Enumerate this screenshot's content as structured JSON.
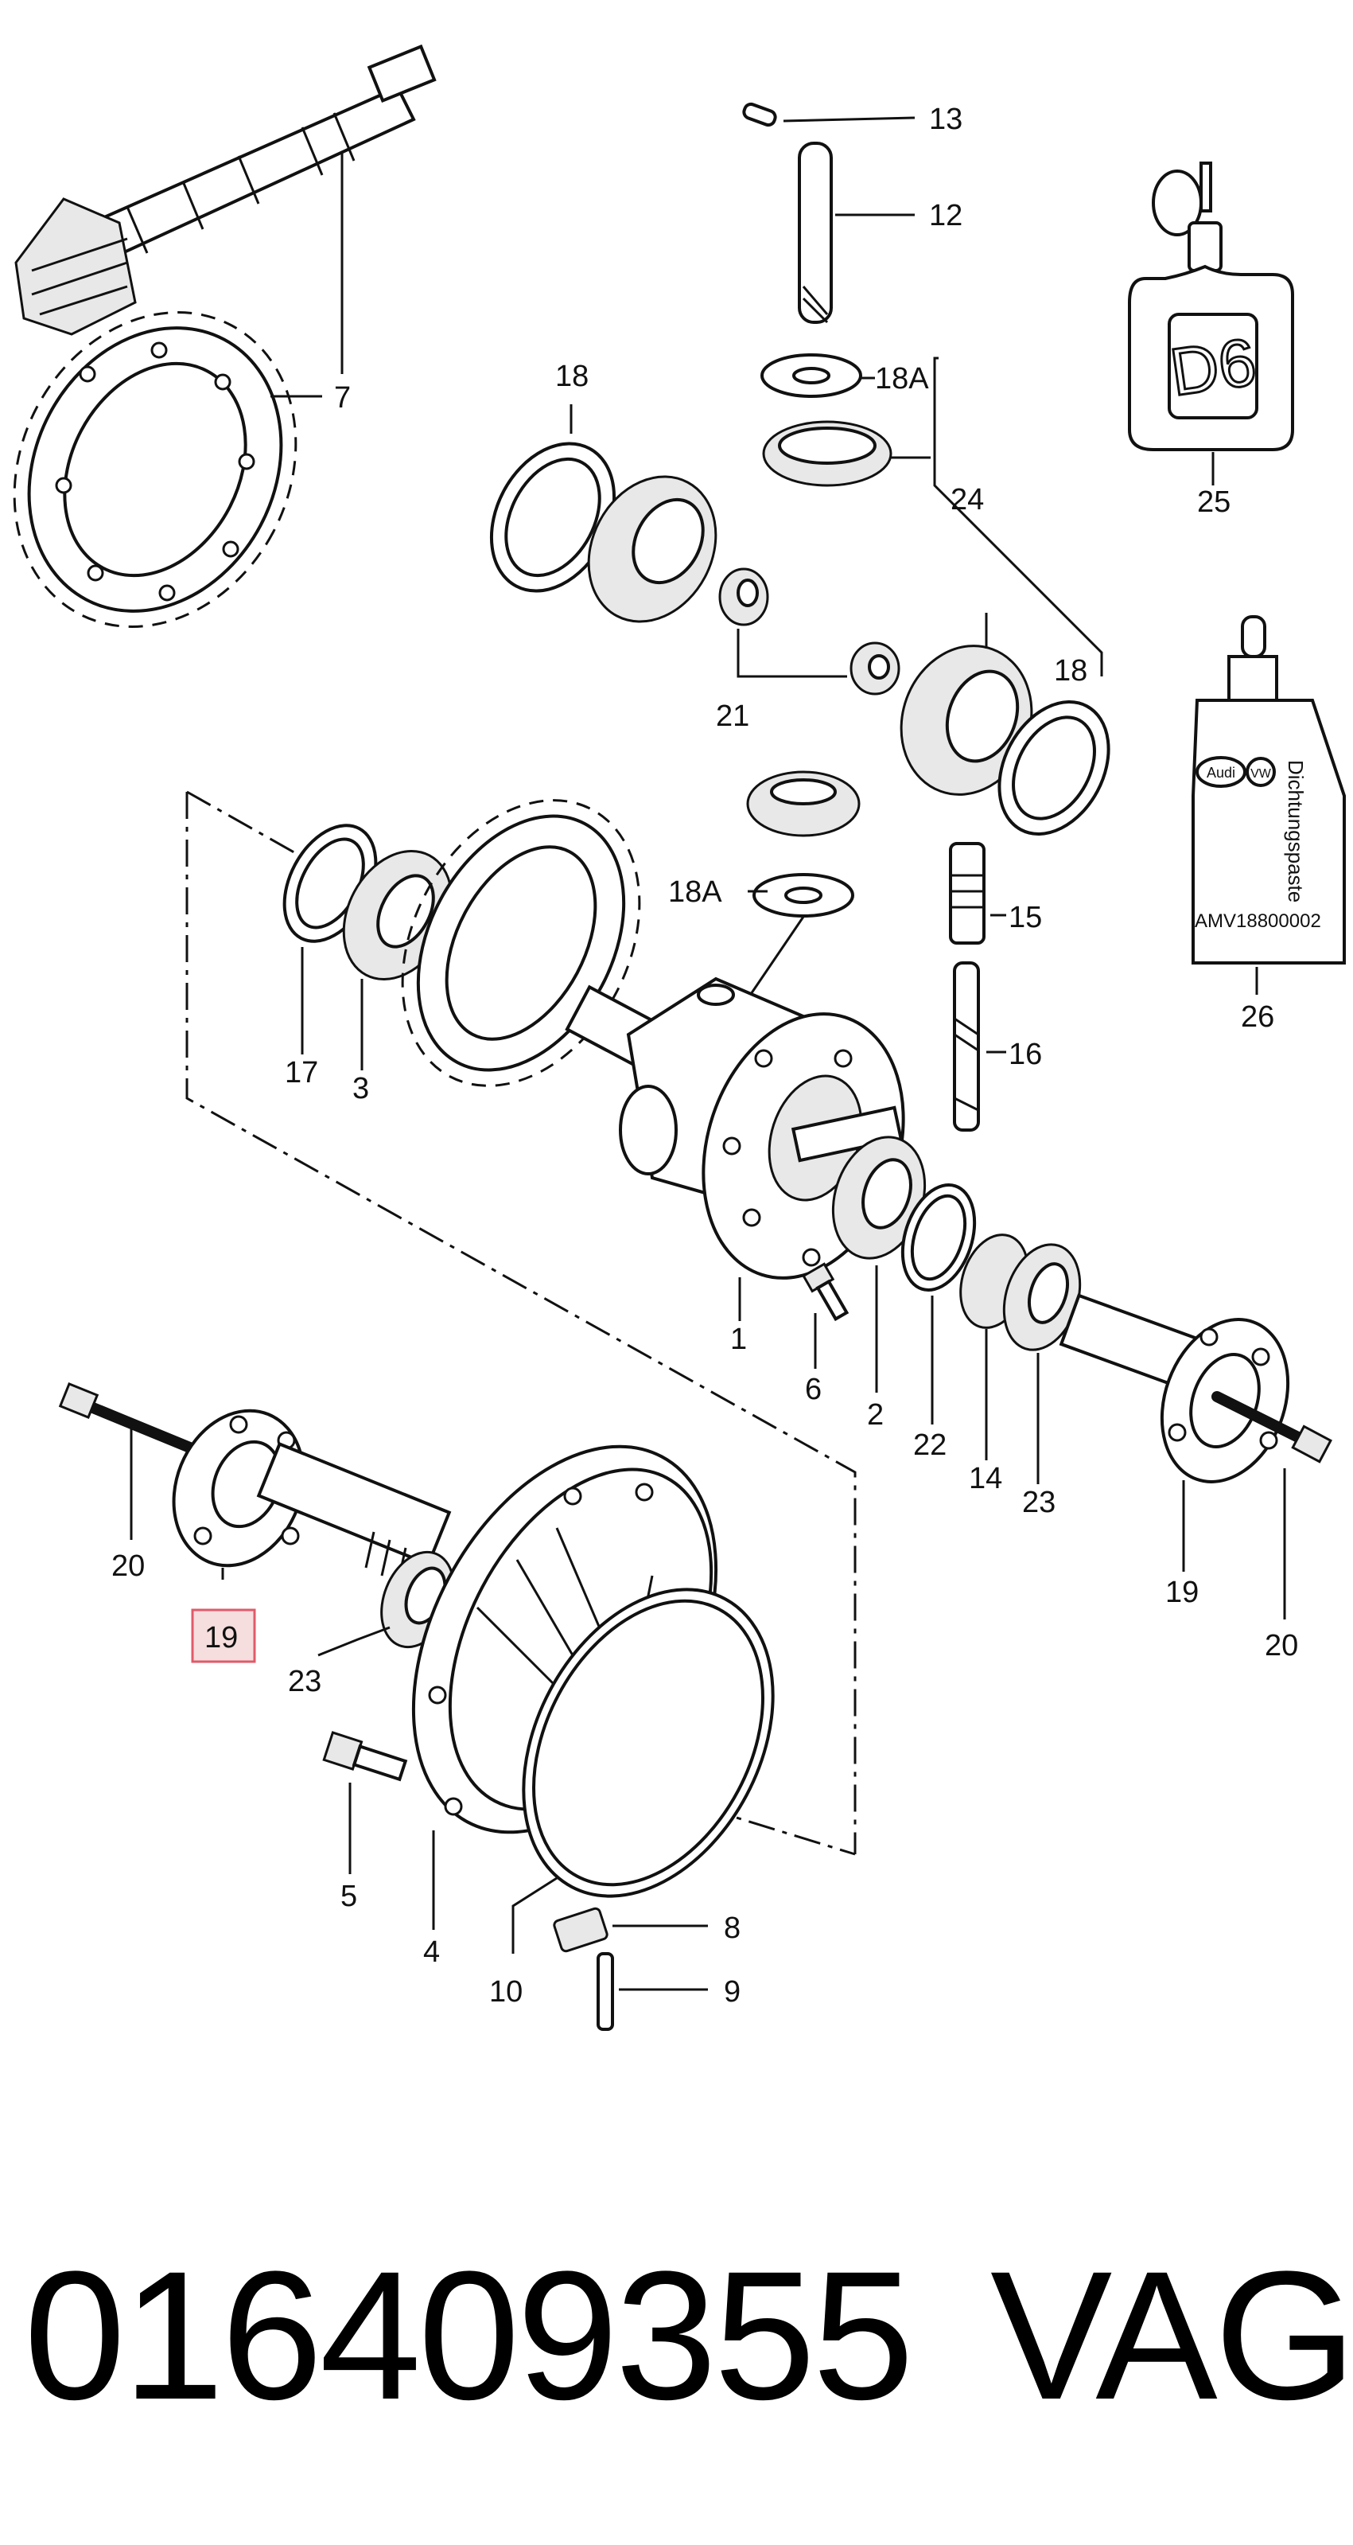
{
  "diagram": {
    "callouts": {
      "c13": "13",
      "c12": "12",
      "c18a_top": "18A",
      "c24": "24",
      "c25": "25",
      "c18_left": "18",
      "c7": "7",
      "c21": "21",
      "c18_right": "18",
      "c26": "26",
      "c18a_mid": "18A",
      "c15": "15",
      "c16": "16",
      "c17": "17",
      "c3": "3",
      "c1": "1",
      "c6": "6",
      "c2": "2",
      "c22": "22",
      "c14": "14",
      "c23_right": "23",
      "c19_right": "19",
      "c20_right": "20",
      "c20_left": "20",
      "c19_left": "19",
      "c23_left": "23",
      "c5": "5",
      "c4": "4",
      "c10": "10",
      "c8": "8",
      "c9": "9"
    },
    "highlighted_callout": "19",
    "bottle_label": "D6",
    "tube_label": "Dichtungspaste",
    "tube_code": "AMV18800002",
    "tube_logo_left": "Audi",
    "tube_logo_right": "VW"
  },
  "footer": {
    "part_number": "016409355",
    "brand": "VAG"
  }
}
